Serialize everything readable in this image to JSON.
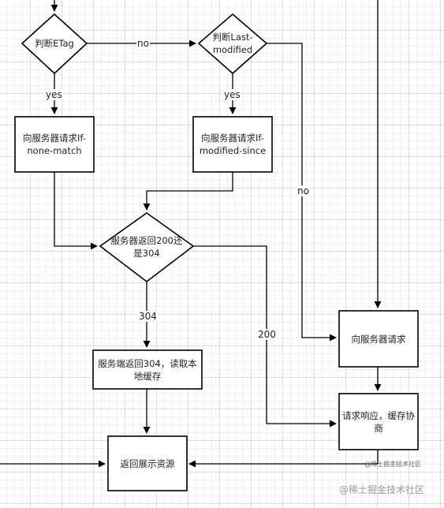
{
  "nodes": {
    "etag_check": "判断ETag",
    "lastmod_check": "判断Last-modified",
    "req_if_none_match": "向服务器请求If-none-match",
    "req_if_modified_since": "向服务器请求If-modified-since",
    "server_return": "服务器返回200还是304",
    "return_304": "服务端返回304，读取本地缓存",
    "req_server": "向服务器请求",
    "response_cache": "请求响应，缓存协商",
    "show_resource": "返回展示资源"
  },
  "edges": {
    "no_1": "no",
    "yes_1": "yes",
    "yes_2": "yes",
    "no_2": "no",
    "code_304": "304",
    "code_200": "200"
  },
  "watermark": "@稀土掘金技术社区",
  "watermark_small": "@稀土掘金技术社区"
}
